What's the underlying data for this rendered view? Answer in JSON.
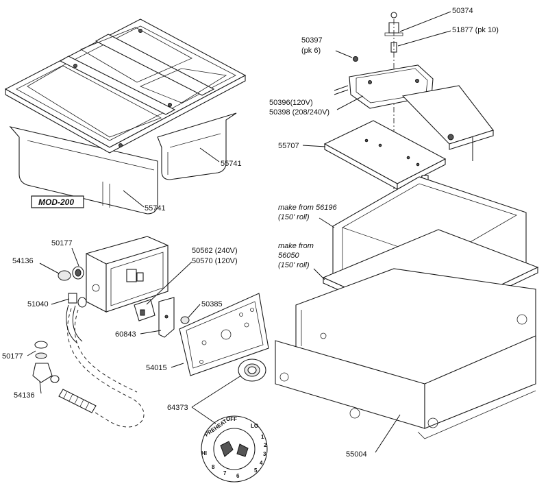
{
  "model_label": "MOD-200",
  "callouts": {
    "c50374": "50374",
    "c51877": "51877 (pk 10)",
    "c50397a": "50397",
    "c50397b": "(pk 6)",
    "c50396": "50396(120V)",
    "c50398": "50398 (208/240V)",
    "c55707": "55707",
    "c56196a": "make from 56196",
    "c56196b": "(150' roll)",
    "c56050a": "make from",
    "c56050b": "56050",
    "c56050c": "(150' roll)",
    "c55741a": "55741",
    "c55741b": "55741",
    "c50177a": "50177",
    "c54136a": "54136",
    "c51040": "51040",
    "c50177b": "50177",
    "c54136b": "54136",
    "c50562": "50562 (240V)",
    "c50570": "50570 (120V)",
    "c50385": "50385",
    "c60843": "60843",
    "c54015": "54015",
    "c64373": "64373",
    "c55004": "55004"
  },
  "dial": {
    "off": "OFF",
    "lo": "LO",
    "hi": "HI",
    "numbers": [
      "1",
      "2",
      "3",
      "4",
      "5",
      "6",
      "7",
      "8"
    ],
    "preheat": "PREHEAT"
  }
}
